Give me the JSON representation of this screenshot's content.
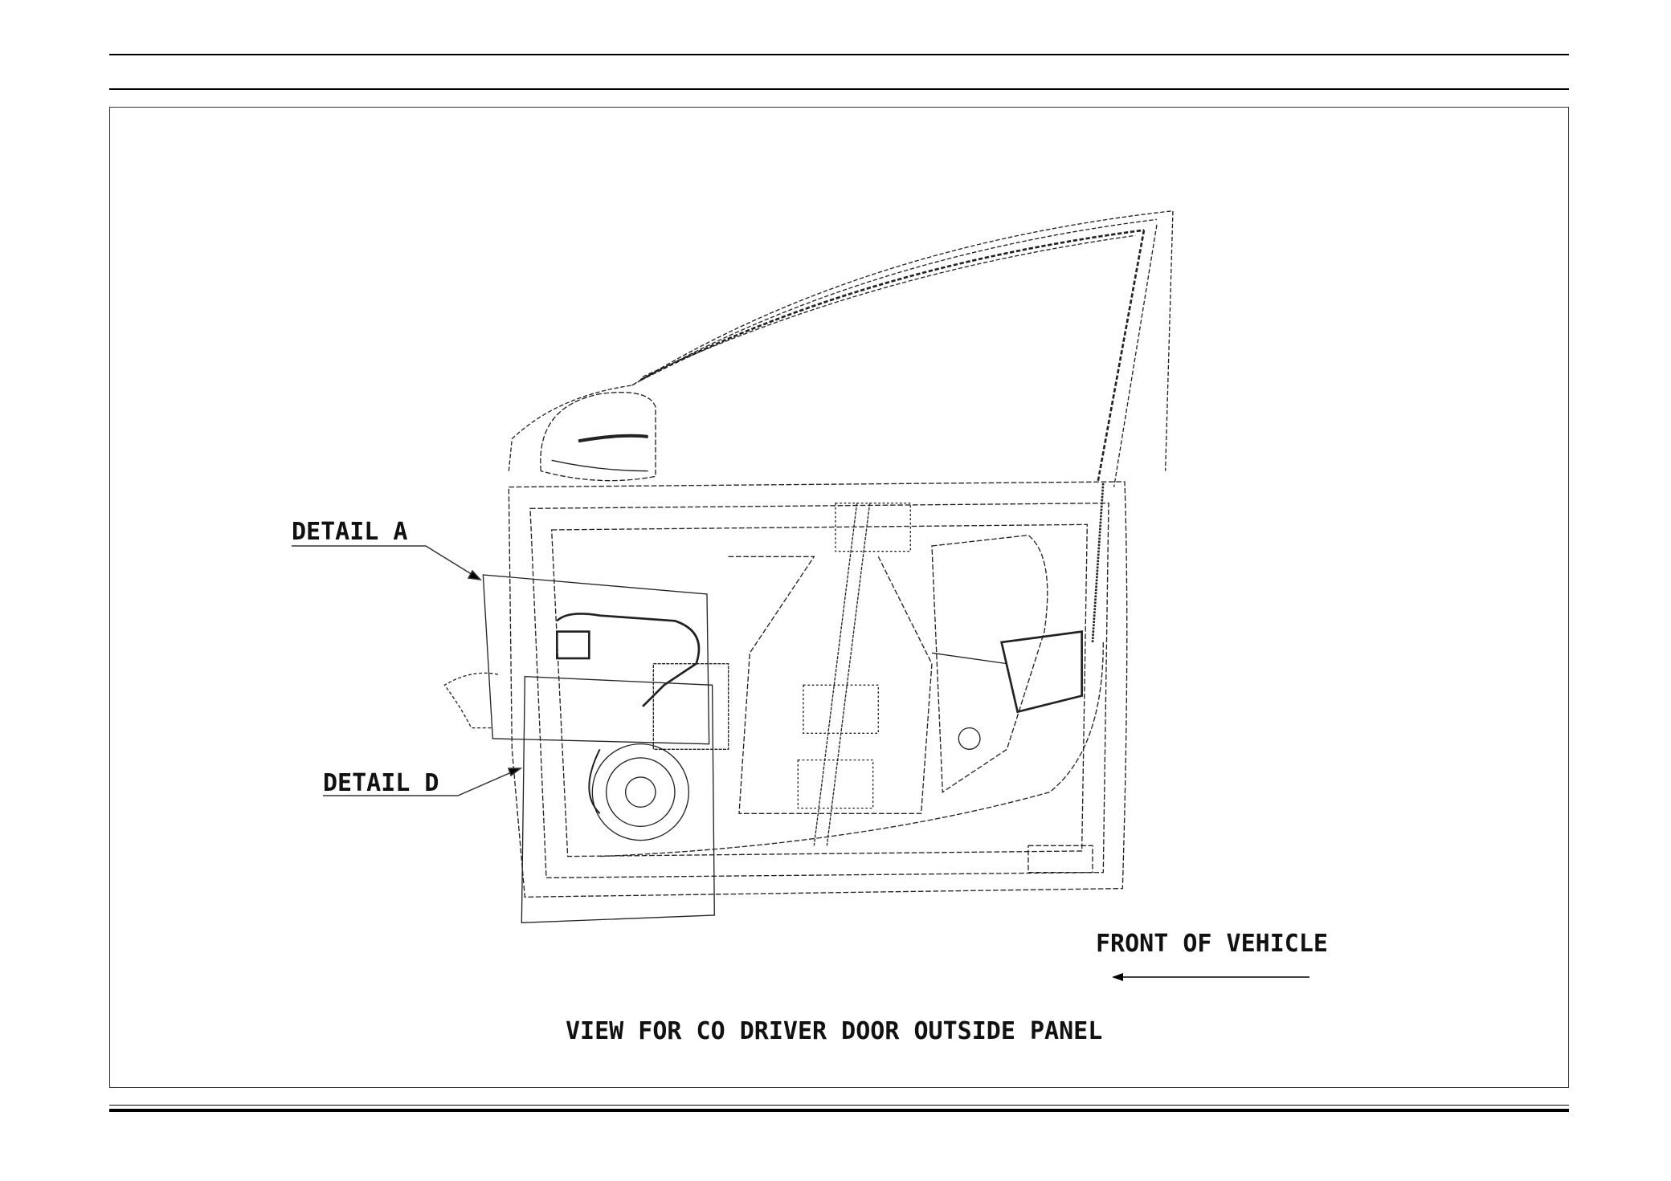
{
  "labels": {
    "detail_a": "DETAIL A",
    "detail_d": "DETAIL D",
    "front_of_vehicle": "FRONT OF VEHICLE",
    "view_title": "VIEW FOR CO DRIVER DOOR OUTSIDE PANEL"
  },
  "icons": {
    "direction_arrow": "arrow-left-icon"
  },
  "colors": {
    "line": "#000000",
    "background": "#ffffff"
  }
}
